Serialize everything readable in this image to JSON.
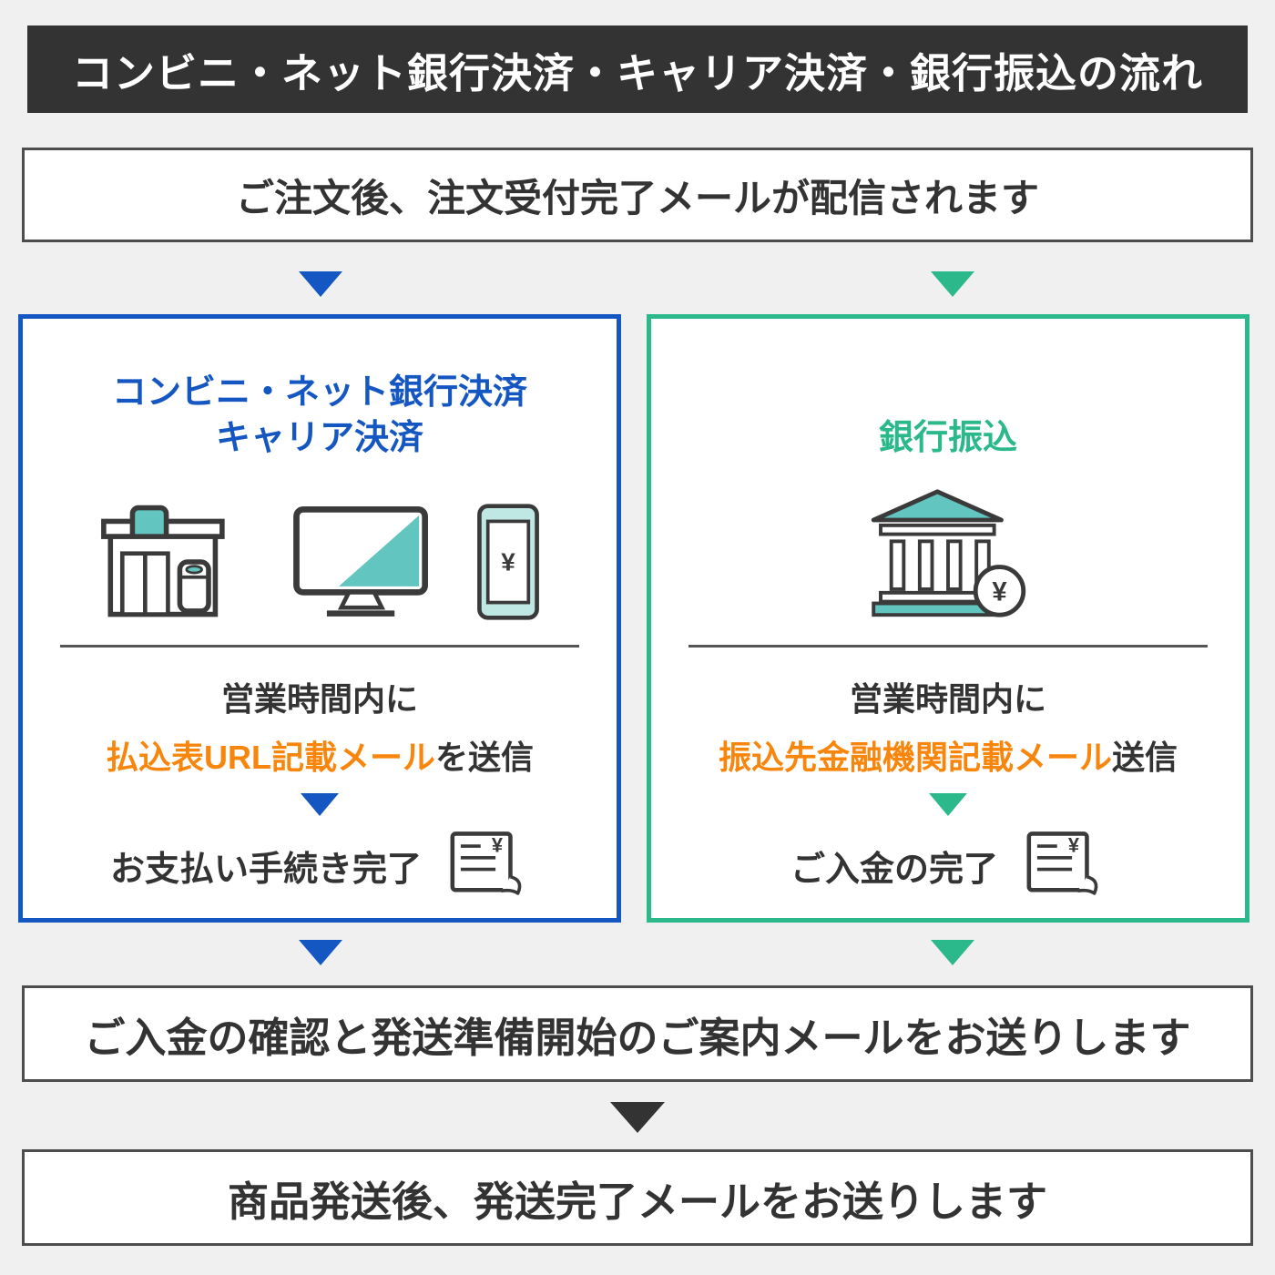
{
  "header": {
    "title": "コンビニ・ネット銀行決済・キャリア決済・銀行振込の流れ"
  },
  "steps": {
    "order": "ご注文後、注文受付完了メールが配信されます",
    "confirm": "ご入金の確認と発送準備開始のご案内メールをお送りします",
    "shipped": "商品発送後、発送完了メールをお送りします"
  },
  "left": {
    "title1": "コンビニ・ネット銀行決済",
    "title2": "キャリア決済",
    "timing": "営業時間内に",
    "mail": "払込表URL記載メール",
    "mail_suffix": "を送信",
    "done": "お支払い手続き完了"
  },
  "right": {
    "title": "銀行振込",
    "timing": "営業時間内に",
    "mail": "振込先金融機関記載メール",
    "mail_suffix": "送信",
    "done": "ご入金の完了"
  },
  "symbols": {
    "yen": "¥"
  },
  "colors": {
    "background": "#f0f0f0",
    "header_bg": "#333333",
    "header_text": "#ffffff",
    "box_border": "#4d4d4d",
    "blue": "#1557c2",
    "green": "#2bb98b",
    "orange": "#f8860d",
    "teal_icon": "#62c5c0",
    "dark": "#333333"
  }
}
